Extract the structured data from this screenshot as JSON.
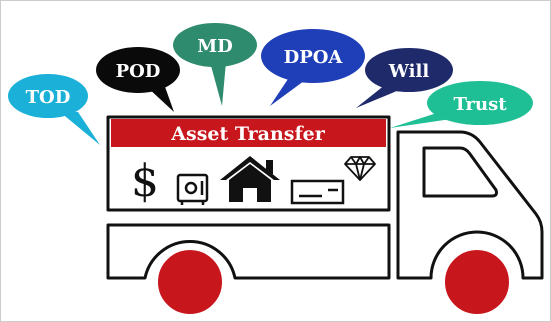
{
  "banner": {
    "label": "Asset Transfer",
    "color": "#c8161d"
  },
  "bubbles": [
    {
      "key": "tod",
      "label": "TOD",
      "color": "#1ab0d8"
    },
    {
      "key": "pod",
      "label": "POD",
      "color": "#0a0a0a"
    },
    {
      "key": "md",
      "label": "MD",
      "color": "#2e8b6e"
    },
    {
      "key": "dpoa",
      "label": "DPOA",
      "color": "#1f3fb8"
    },
    {
      "key": "will",
      "label": "Will",
      "color": "#1f2a6b"
    },
    {
      "key": "trust",
      "label": "Trust",
      "color": "#1fbf95"
    }
  ],
  "cargo_icons": [
    {
      "name": "dollar-icon",
      "glyph": "$"
    },
    {
      "name": "safe-icon"
    },
    {
      "name": "house-icon"
    },
    {
      "name": "check-icon"
    },
    {
      "name": "diamond-icon"
    }
  ],
  "colors": {
    "truck_outline": "#111111",
    "wheel": "#c8161d",
    "frame": "#cccccc"
  }
}
